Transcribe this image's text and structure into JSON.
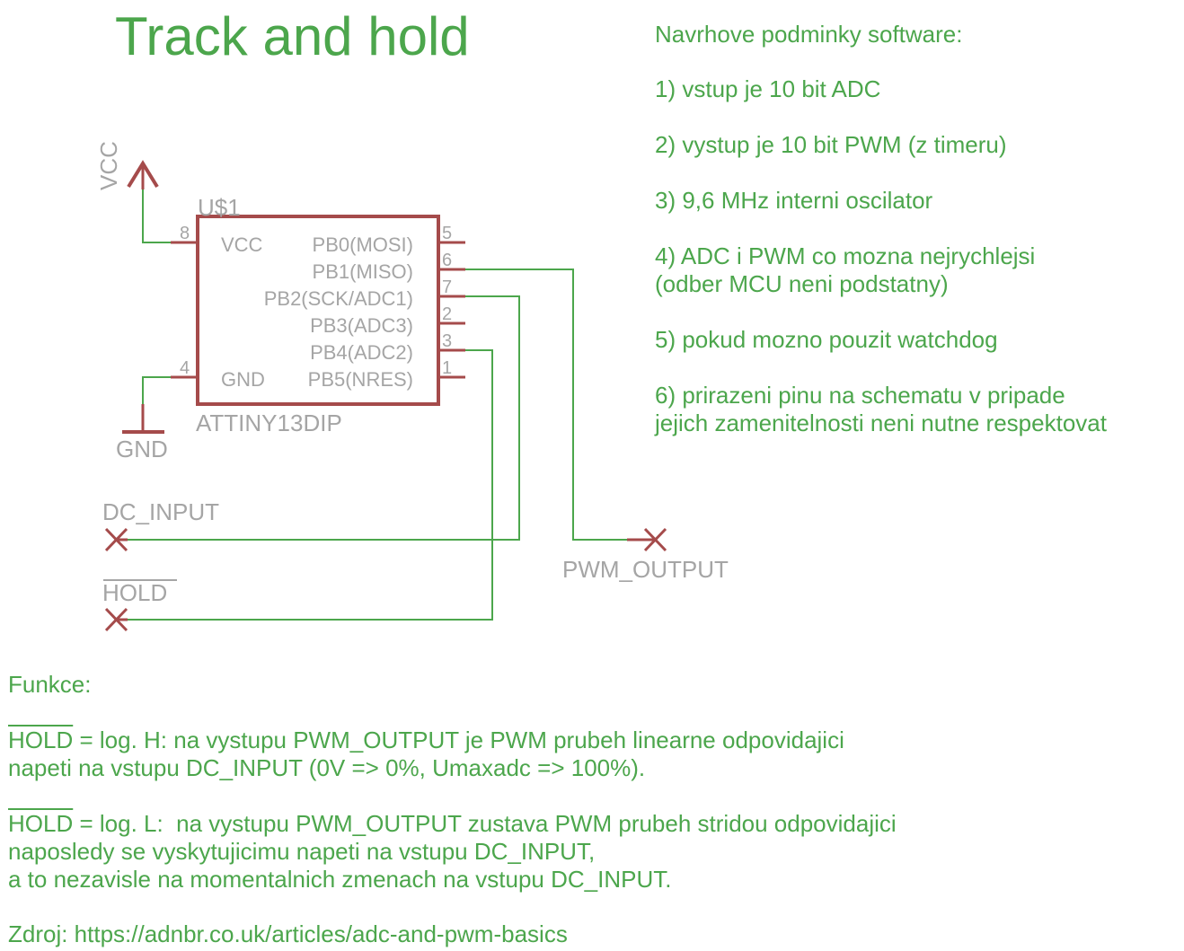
{
  "title": "Track and hold",
  "colors": {
    "text_green": "#4ca64c",
    "part_red": "#a54b4b",
    "net_green": "#4ca64c",
    "label_grey": "#a5a5a5"
  },
  "component": {
    "name": "U$1",
    "value": "ATTINY13DIP",
    "left_pins": [
      {
        "number": "8",
        "label": "VCC"
      },
      {
        "number": "4",
        "label": "GND"
      }
    ],
    "right_pins": [
      {
        "number": "5",
        "label": "PB0(MOSI)"
      },
      {
        "number": "6",
        "label": "PB1(MISO)"
      },
      {
        "number": "7",
        "label": "PB2(SCK/ADC1)"
      },
      {
        "number": "2",
        "label": "PB3(ADC3)"
      },
      {
        "number": "3",
        "label": "PB4(ADC2)"
      },
      {
        "number": "1",
        "label": "PB5(NRES)"
      }
    ]
  },
  "supplies": {
    "vcc": "VCC",
    "gnd": "GND"
  },
  "nets": {
    "dc_input": "DC_INPUT",
    "hold": "HOLD",
    "pwm_output": "PWM_OUTPUT"
  },
  "requirements": {
    "heading": "Navrhove podminky software:",
    "items": [
      "1) vstup je 10 bit ADC",
      "2) vystup je 10 bit PWM (z timeru)",
      "3) 9,6 MHz interni oscilator",
      "4) ADC i PWM co mozna nejrychlejsi\n(odber MCU neni podstatny)",
      "5) pokud mozno pouzit watchdog",
      "6) prirazeni pinu na schematu v pripade\njejich zamenitelnosti neni nutne respektovat"
    ]
  },
  "function": {
    "heading": "Funkce:",
    "hold_high": {
      "signal": "HOLD",
      "text": " = log. H: na vystupu PWM_OUTPUT je PWM prubeh linearne odpovidajici\nnapeti na vstupu DC_INPUT (0V => 0%, Umaxadc => 100%)."
    },
    "hold_low": {
      "signal": "HOLD",
      "text": " = log. L:  na vystupu PWM_OUTPUT zustava PWM prubeh stridou odpovidajici\nnaposledy se vyskytujicimu napeti na vstupu DC_INPUT,\na to nezavisle na momentalnich zmenach na vstupu DC_INPUT."
    },
    "source": "Zdroj: https://adnbr.co.uk/articles/adc-and-pwm-basics"
  }
}
